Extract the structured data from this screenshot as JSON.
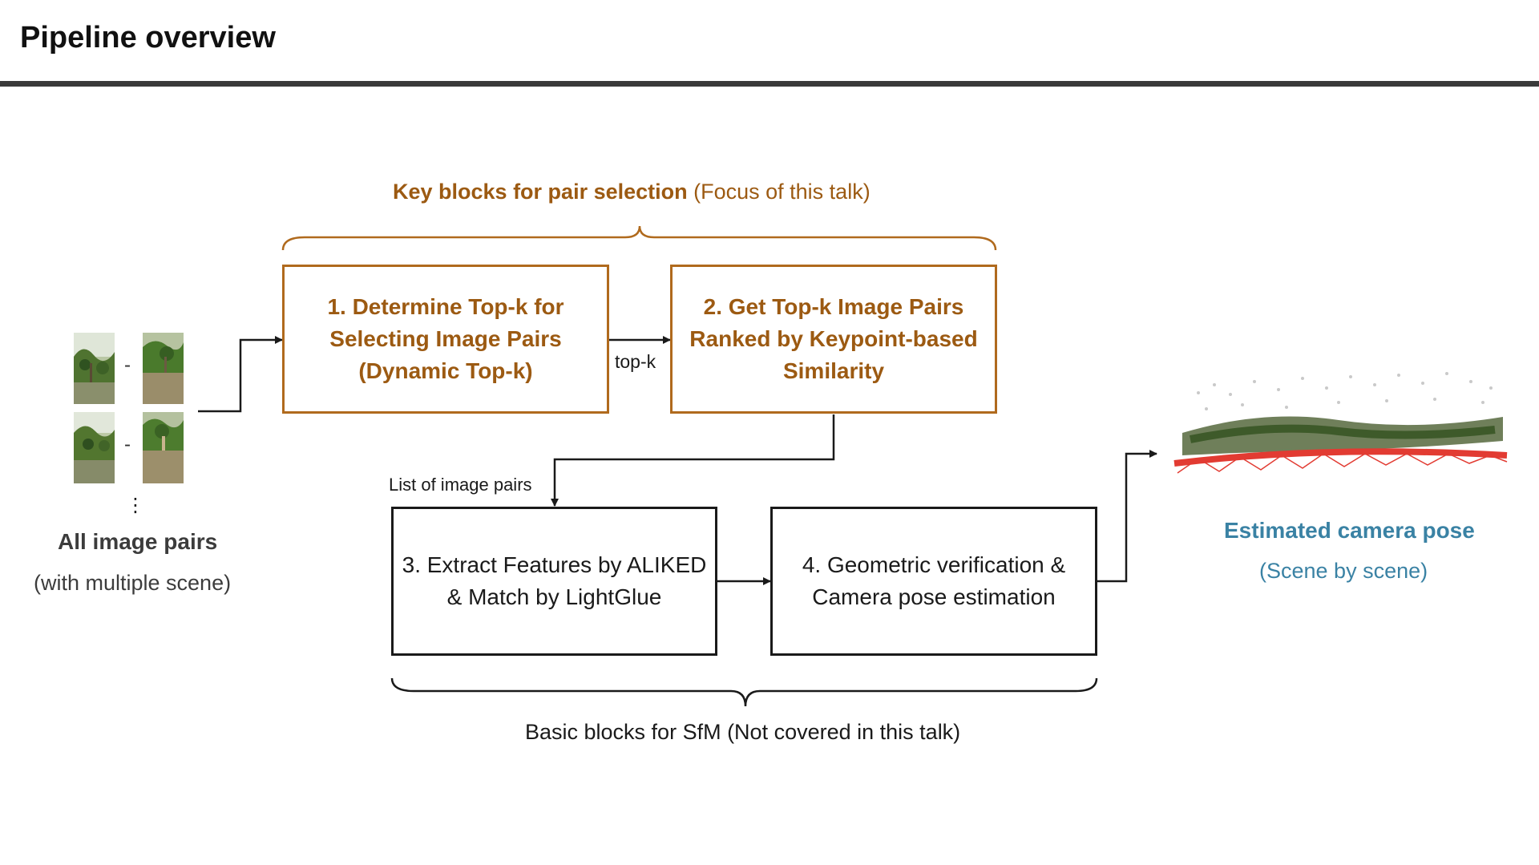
{
  "header": {
    "title": "Pipeline overview"
  },
  "focus_group": {
    "label_bold": "Key blocks for pair selection",
    "label_note": " (Focus of this talk)"
  },
  "blocks": [
    {
      "lines": [
        "1. Determine Top-k for",
        "Selecting Image Pairs",
        "(Dynamic Top-k)"
      ]
    },
    {
      "lines": [
        "2. Get Top-k Image Pairs",
        "Ranked by Keypoint-based",
        "Similarity"
      ]
    },
    {
      "lines": [
        "3. Extract Features by ALIKED",
        "& Match by LightGlue"
      ]
    },
    {
      "lines": [
        "4. Geometric verification &",
        "Camera pose estimation"
      ]
    }
  ],
  "edge_labels": {
    "topk": "top-k",
    "pairs": "List of image pairs"
  },
  "input": {
    "title": "All image pairs",
    "subtitle": "(with multiple scene)",
    "pair_separator": "-",
    "ellipsis": "⋮"
  },
  "output": {
    "title": "Estimated camera pose",
    "subtitle": "(Scene by scene)"
  },
  "basic_group": {
    "label": "Basic blocks for SfM (Not covered in this talk)"
  },
  "colors": {
    "accent": "#b06a1d",
    "accent_text": "#9c5a12",
    "output_text": "#3a82a4",
    "camera_trajectory": "#e23b32"
  }
}
